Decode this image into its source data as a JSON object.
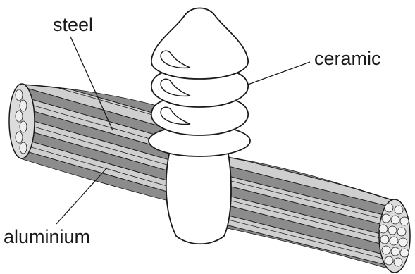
{
  "labels": {
    "steel": "steel",
    "ceramic": "ceramic",
    "aluminium": "aluminium"
  },
  "colors": {
    "outline": "#1a1a1a",
    "aluminium_strand": "#cfcfcf",
    "steel_strand": "#8c8c8c",
    "ceramic": "#ffffff",
    "background": "#ffffff"
  }
}
